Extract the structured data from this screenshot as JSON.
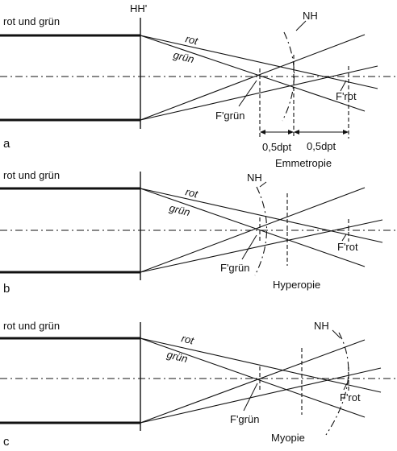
{
  "header": {
    "principal_plane_label": "HH'"
  },
  "panels": [
    {
      "letter": "a",
      "input_label": "rot und grün",
      "ray_red_label": "rot",
      "ray_green_label": "grün",
      "retina_label": "NH",
      "focus_green_label": "F'grün",
      "focus_red_label": "F'rot",
      "condition_label": "Emmetropie",
      "dimension_left_label": "0,5dpt",
      "dimension_right_label": "0,5dpt"
    },
    {
      "letter": "b",
      "input_label": "rot und grün",
      "ray_red_label": "rot",
      "ray_green_label": "grün",
      "retina_label": "NH",
      "focus_green_label": "F'grün",
      "focus_red_label": "F'rot",
      "condition_label": "Hyperopie"
    },
    {
      "letter": "c",
      "input_label": "rot und grün",
      "ray_red_label": "rot",
      "ray_green_label": "grün",
      "retina_label": "NH",
      "focus_green_label": "F'grün",
      "focus_red_label": "F'rot",
      "condition_label": "Myopie"
    }
  ]
}
